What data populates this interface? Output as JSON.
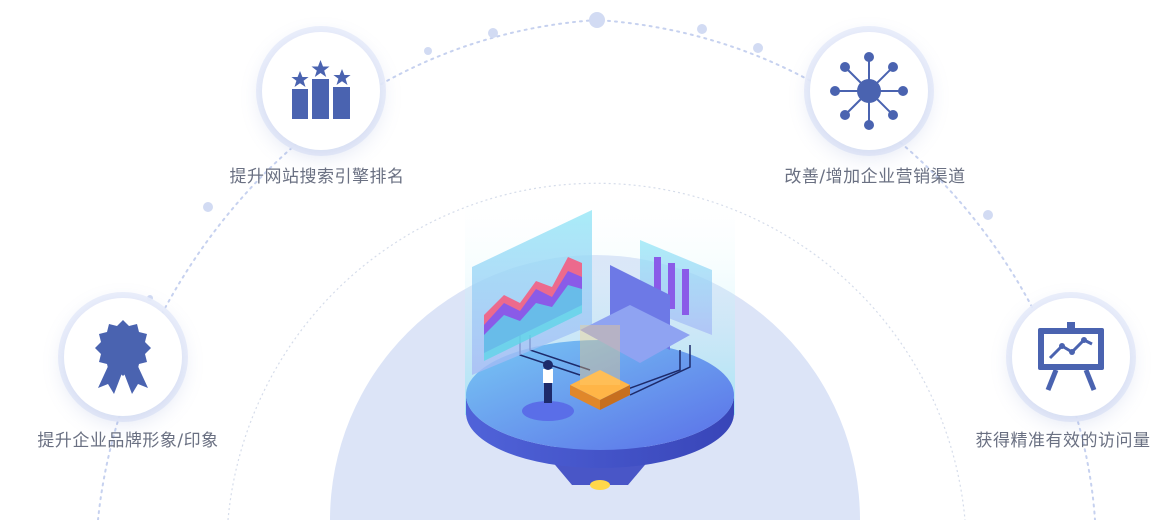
{
  "features": [
    {
      "label": "提升网站搜索引擎排名",
      "icon": "ranking-bars-stars-icon"
    },
    {
      "label": "改善/增加企业营销渠道",
      "icon": "network-hub-icon"
    },
    {
      "label": "提升企业品牌形象/印象",
      "icon": "award-ribbon-icon"
    },
    {
      "label": "获得精准有效的访问量",
      "icon": "presentation-chart-icon"
    }
  ],
  "colors": {
    "icon": "#4a63b0",
    "label": "#6a7082",
    "dots": "#c6d1ef",
    "dome": "#dbe3f6",
    "platform": "#6f8ef0"
  }
}
